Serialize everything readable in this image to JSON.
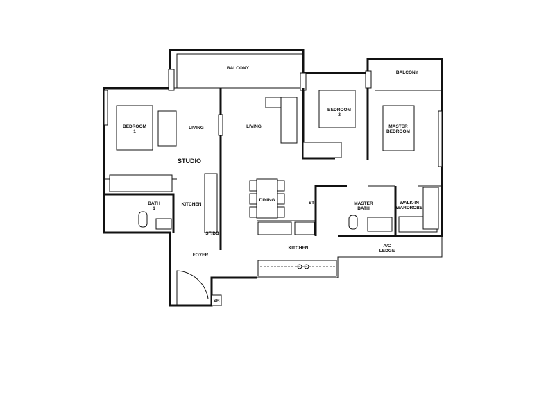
{
  "rooms": {
    "balcony_main": "BALCONY",
    "balcony_master": "BALCONY",
    "bedroom1": [
      "BEDROOM",
      "1"
    ],
    "living_studio": "LIVING",
    "living_main": "LIVING",
    "studio": "STUDIO",
    "bedroom2": [
      "BEDROOM",
      "2"
    ],
    "master_bedroom": [
      "MASTER",
      "BEDROOM"
    ],
    "kitchen_studio": "KITCHEN",
    "bath1": [
      "BATH",
      "1"
    ],
    "dining": "DINING",
    "store": "ST",
    "master_bath": [
      "MASTER",
      "BATH"
    ],
    "walk_in_wardrobe": [
      "WALK-IN",
      "WARDROBE"
    ],
    "kitchen_main": "KITCHEN",
    "ac_ledge": [
      "A/C",
      "LEDGE"
    ],
    "foyer": "FOYER",
    "store_db": "ST/DB",
    "service_room": "SR"
  },
  "colors": {
    "line": "#111111",
    "background": "#ffffff"
  }
}
